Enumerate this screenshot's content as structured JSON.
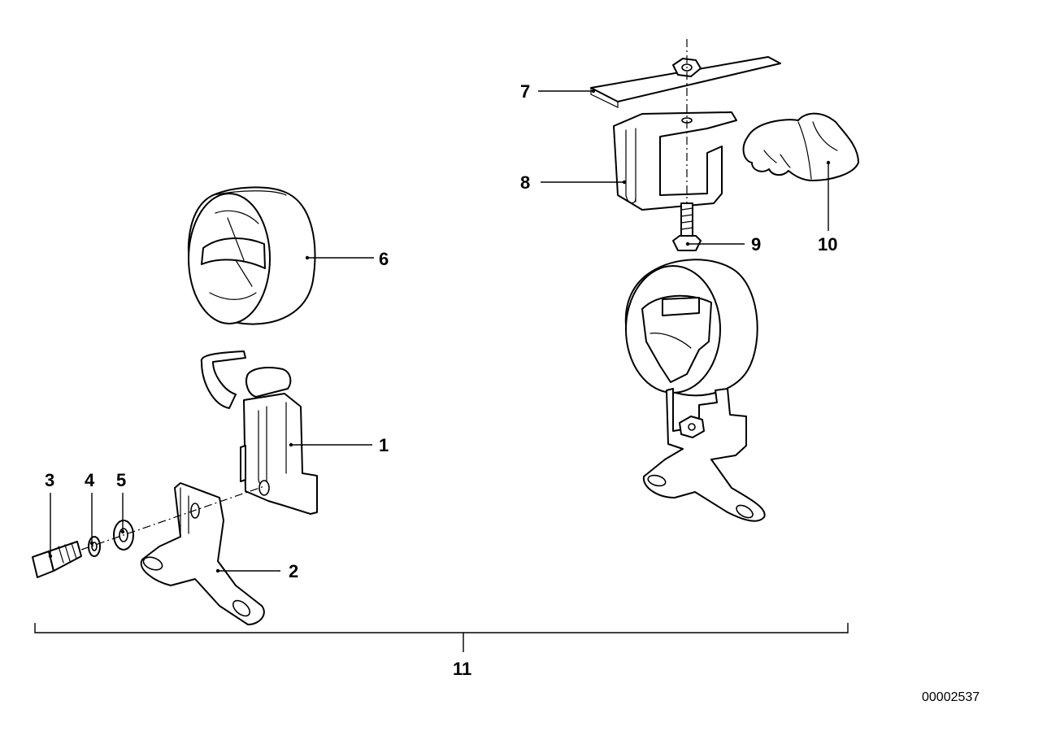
{
  "diagram": {
    "callouts": {
      "c1": "1",
      "c2": "2",
      "c3": "3",
      "c4": "4",
      "c5": "5",
      "c6": "6",
      "c7": "7",
      "c8": "8",
      "c9": "9",
      "c10": "10",
      "c11": "11"
    },
    "document_number": "00002537"
  }
}
